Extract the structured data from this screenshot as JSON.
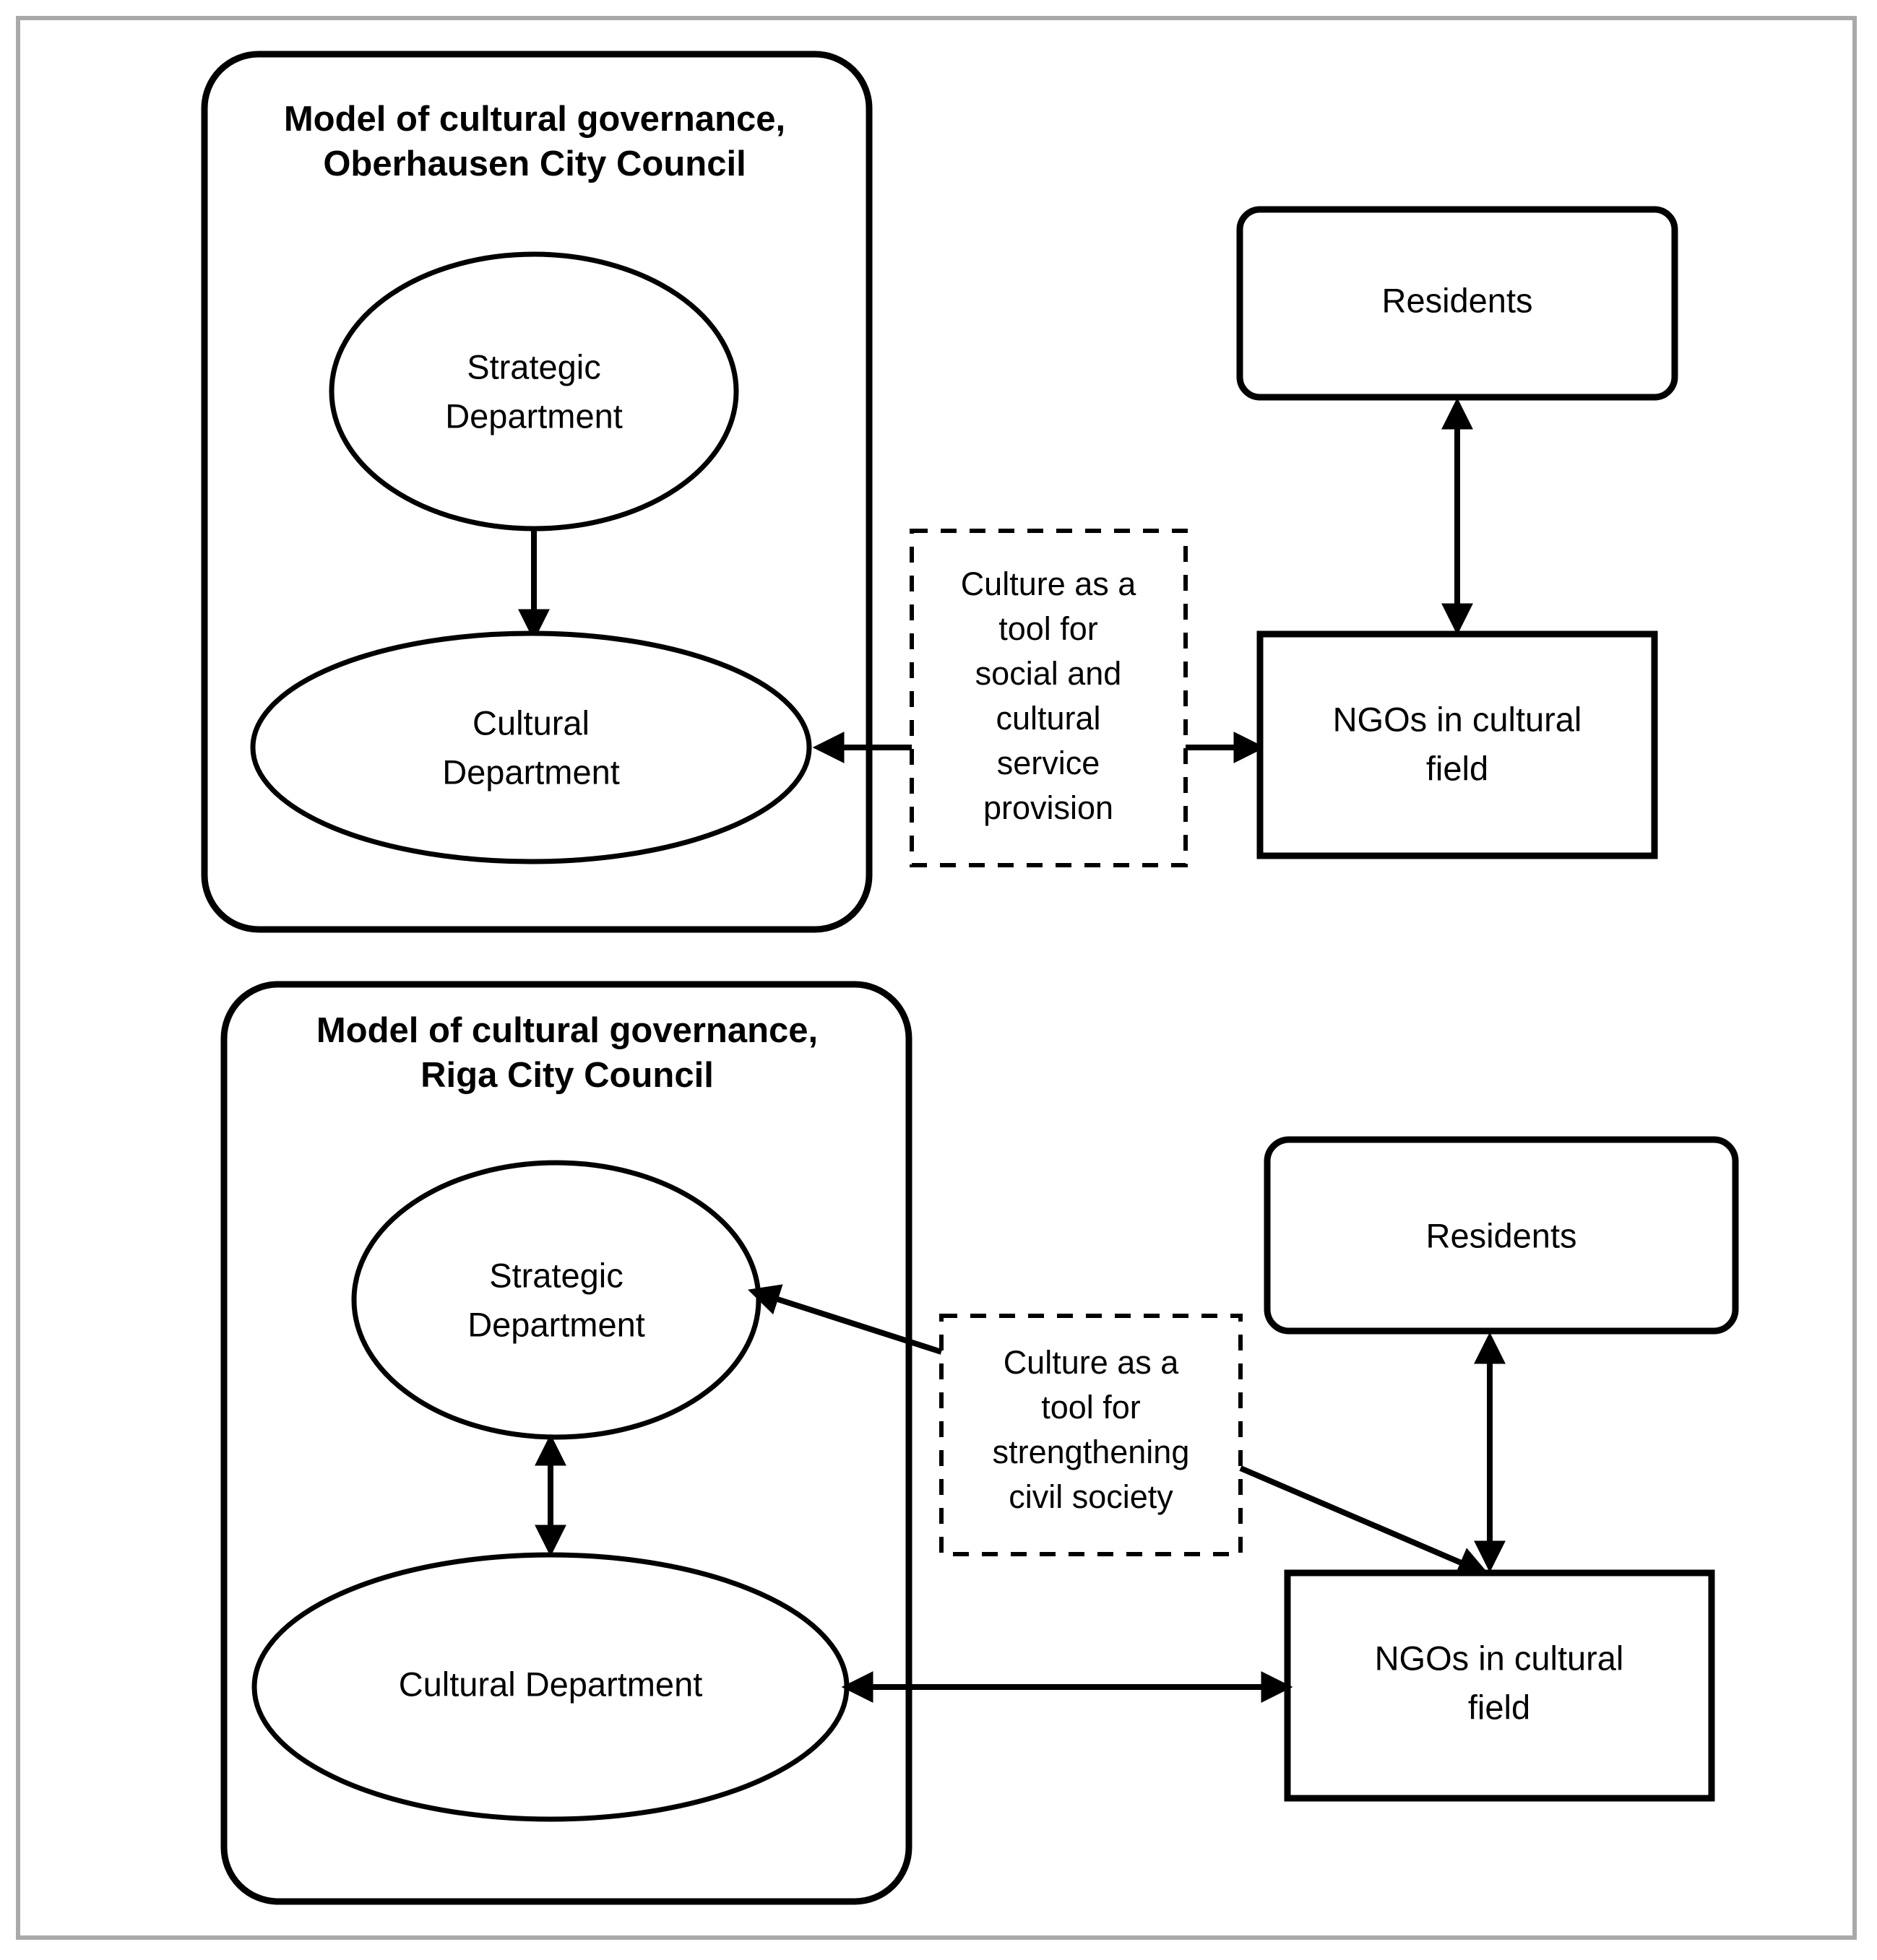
{
  "figure": {
    "type": "diagram",
    "frame_border_color": "#a9a9a9",
    "background_color": "#ffffff",
    "stroke_color": "#000000"
  },
  "models": [
    {
      "id": "oberhausen",
      "title_line1": "Model of cultural governance,",
      "title_line2": "Oberhausen City Council",
      "nodes": {
        "strategic_line1": "Strategic",
        "strategic_line2": "Department",
        "cultural_line1": "Cultural",
        "cultural_line2": "Department"
      },
      "annotation": {
        "line1": "Culture as a",
        "line2": "tool for",
        "line3": "social and",
        "line4": "cultural",
        "line5": "service",
        "line6": "provision"
      },
      "external": {
        "residents": "Residents",
        "ngo_line1": "NGOs in cultural",
        "ngo_line2": "field"
      }
    },
    {
      "id": "riga",
      "title_line1": "Model of cultural governance,",
      "title_line2": "Riga City Council",
      "nodes": {
        "strategic_line1": "Strategic",
        "strategic_line2": "Department",
        "cultural_line1": "Cultural Department"
      },
      "annotation": {
        "line1": "Culture as a",
        "line2": "tool for",
        "line3": "strengthening",
        "line4": "civil society"
      },
      "external": {
        "residents": "Residents",
        "ngo_line1": "NGOs in cultural",
        "ngo_line2": "field"
      }
    }
  ]
}
